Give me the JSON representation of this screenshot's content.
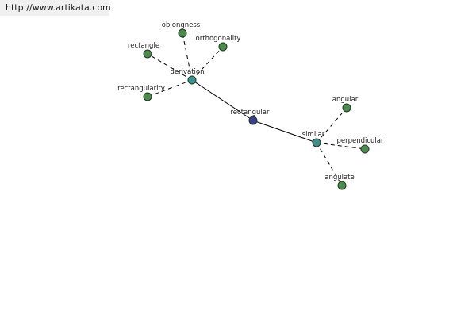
{
  "header": {
    "url": "http://www.artikata.com"
  },
  "colors": {
    "center_node": "#3b3f8e",
    "hub_node": "#3f8f8f",
    "leaf_node": "#4d8a4d",
    "node_stroke": "#1e3a1e",
    "edge": "#000000"
  },
  "graph": {
    "nodes": [
      {
        "id": "rectangular",
        "label": "rectangular",
        "kind": "center"
      },
      {
        "id": "derivation",
        "label": "derivation",
        "kind": "hub"
      },
      {
        "id": "similar",
        "label": "similar",
        "kind": "hub"
      },
      {
        "id": "oblongness",
        "label": "oblongness",
        "kind": "leaf"
      },
      {
        "id": "orthogonality",
        "label": "orthogonality",
        "kind": "leaf"
      },
      {
        "id": "rectangle",
        "label": "rectangle",
        "kind": "leaf"
      },
      {
        "id": "rectangularity",
        "label": "rectangularity",
        "kind": "leaf"
      },
      {
        "id": "angular",
        "label": "angular",
        "kind": "leaf"
      },
      {
        "id": "perpendicular",
        "label": "perpendicular",
        "kind": "leaf"
      },
      {
        "id": "angulate",
        "label": "angulate",
        "kind": "leaf"
      }
    ],
    "edges": [
      {
        "from": "rectangular",
        "to": "derivation",
        "style": "solid"
      },
      {
        "from": "rectangular",
        "to": "similar",
        "style": "solid"
      },
      {
        "from": "derivation",
        "to": "oblongness",
        "style": "dashed"
      },
      {
        "from": "derivation",
        "to": "orthogonality",
        "style": "dashed"
      },
      {
        "from": "derivation",
        "to": "rectangle",
        "style": "dashed"
      },
      {
        "from": "derivation",
        "to": "rectangularity",
        "style": "dashed"
      },
      {
        "from": "similar",
        "to": "angular",
        "style": "dashed"
      },
      {
        "from": "similar",
        "to": "perpendicular",
        "style": "dashed"
      },
      {
        "from": "similar",
        "to": "angulate",
        "style": "dashed"
      }
    ]
  }
}
